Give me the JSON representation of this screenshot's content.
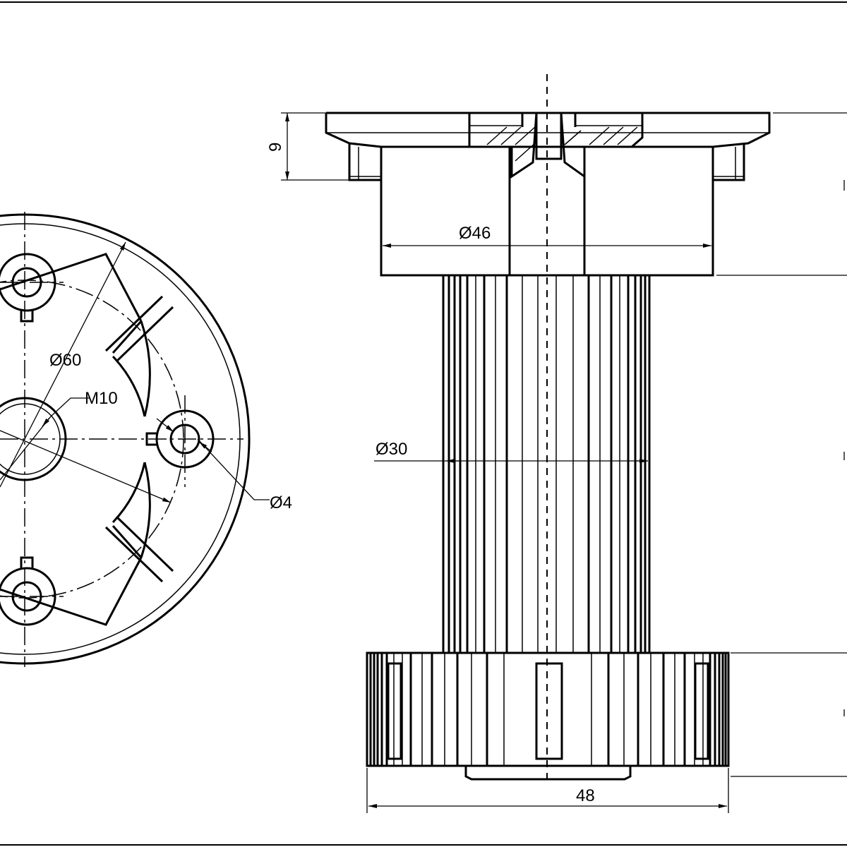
{
  "dimensions": {
    "plate_height": "9",
    "top_diameter": "Ø46",
    "plate_diameter": "Ø60",
    "thread": "M10",
    "stem_diameter": "Ø30",
    "hole_diameter": "Ø4",
    "base_width": "48"
  },
  "colors": {
    "line": "#000000",
    "hatch": "#000000",
    "background": "#ffffff"
  }
}
